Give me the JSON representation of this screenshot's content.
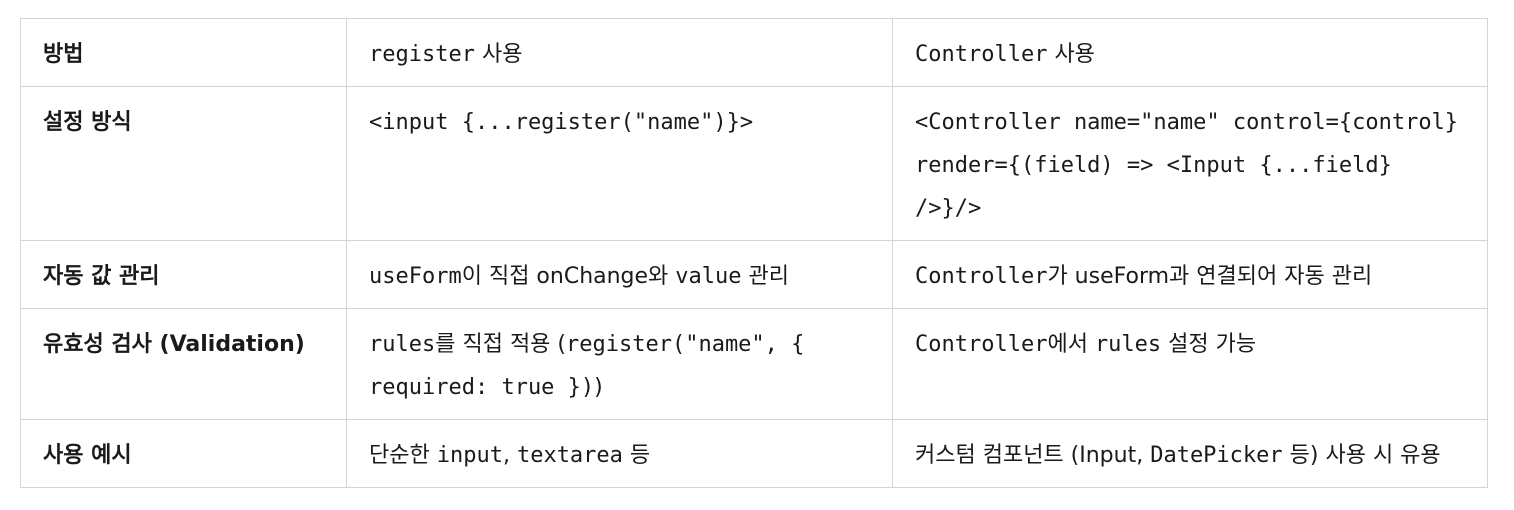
{
  "table": {
    "header": {
      "c1": "방법",
      "c2_code": "register",
      "c2_text": " 사용",
      "c3_code": "Controller",
      "c3_text": " 사용"
    },
    "rows": [
      {
        "label": "설정 방식",
        "c2_code": "<input {...register(\"name\")}>",
        "c3_code": "<Controller name=\"name\" control={control} render={(field) => <Input {...field} />}/>"
      },
      {
        "label": "자동 값 관리",
        "c2": [
          {
            "t": "useForm",
            "m": true
          },
          {
            "t": "이 직접 onChange와 ",
            "m": false
          },
          {
            "t": "value",
            "m": true
          },
          {
            "t": " 관리",
            "m": false
          }
        ],
        "c3": [
          {
            "t": "Controller",
            "m": true
          },
          {
            "t": "가 useForm과 연결되어 자동 관리",
            "m": false
          }
        ]
      },
      {
        "label": "유효성 검사 (Validation)",
        "c2": [
          {
            "t": "rules",
            "m": true
          },
          {
            "t": "를 직접 적용 (",
            "m": false
          },
          {
            "t": "register(\"name\", { required: true })",
            "m": true
          },
          {
            "t": ")",
            "m": false
          }
        ],
        "c3": [
          {
            "t": "Controller",
            "m": true
          },
          {
            "t": "에서 ",
            "m": false
          },
          {
            "t": "rules",
            "m": true
          },
          {
            "t": " 설정 가능",
            "m": false
          }
        ]
      },
      {
        "label": "사용 예시",
        "c2": [
          {
            "t": "단순한 ",
            "m": false
          },
          {
            "t": "input",
            "m": true
          },
          {
            "t": ", ",
            "m": false
          },
          {
            "t": "textarea",
            "m": true
          },
          {
            "t": " 등",
            "m": false
          }
        ],
        "c3": [
          {
            "t": "커스텀 컴포넌트 (Input, ",
            "m": false
          },
          {
            "t": "DatePicker",
            "m": true
          },
          {
            "t": " 등) 사용 시 유용",
            "m": false
          }
        ]
      }
    ]
  }
}
